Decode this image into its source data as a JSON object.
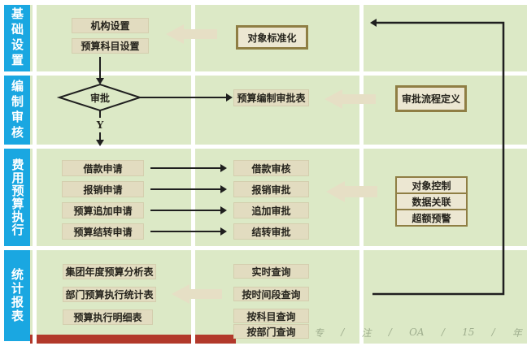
{
  "sidebar": {
    "sections": [
      {
        "label": "基础设置"
      },
      {
        "label": "编制审核"
      },
      {
        "label": "费用预算执行"
      },
      {
        "label": "统计报表"
      }
    ]
  },
  "basic": {
    "org_box": "机构设置",
    "subject_box": "预算科目设置",
    "standard_box": "对象标准化"
  },
  "review": {
    "diamond": "审批",
    "yes_label": "Y",
    "sheet_box": "预算编制审批表",
    "process_box": "审批流程定义"
  },
  "execution": {
    "requests": [
      "借款申请",
      "报销申请",
      "预算追加申请",
      "预算结转申请"
    ],
    "approvals": [
      "借款审核",
      "报销审批",
      "追加审批",
      "结转审批"
    ],
    "controls": [
      "对象控制",
      "数据关联",
      "超额预警"
    ]
  },
  "reports": {
    "tables": [
      "集团年度预算分析表",
      "部门预算执行统计表",
      "预算执行明细表"
    ],
    "queries": [
      "实时查询",
      "按时间段查询",
      "按科目查询",
      "按部门查询"
    ]
  },
  "watermark": {
    "items": [
      "专",
      "/",
      "注",
      "/",
      "OA",
      "/",
      "15",
      "/",
      "年"
    ]
  },
  "colors": {
    "sidebar_blue": "#1aa7e1",
    "background_green": "#dce9c6",
    "box_tan": "#e2dcc0",
    "bordered_fill": "#ece7d2",
    "border_khaki": "#8f7e44",
    "accent_red": "#b2392b",
    "arrow_beige": "#e6dfc5",
    "line_black": "#1f1f1f"
  }
}
